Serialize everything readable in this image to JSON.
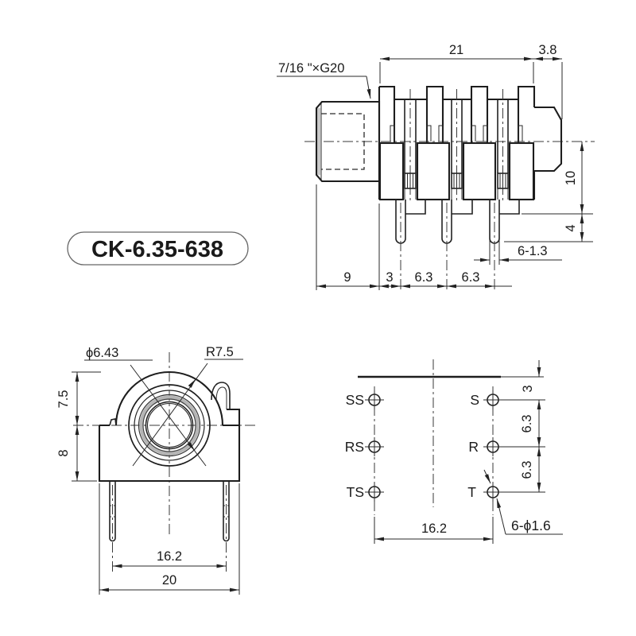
{
  "part_label": {
    "text": "CK-6.35-638"
  },
  "side_view": {
    "thread_label": "7/16 \"×G20",
    "dim_body_len": "21",
    "dim_cap_len": "3.8",
    "dim_height": "10",
    "dim_pin_drop": "4",
    "dim_pin_width": "6-1.3",
    "dim_bushing_len": "9",
    "dim_pin1_offset": "3",
    "dim_pitch1": "6.3",
    "dim_pitch2": "6.3"
  },
  "front_view": {
    "dim_hole": "ϕ6.43",
    "dim_radius": "R7.5",
    "dim_dome_height": "7.5",
    "dim_body_height": "8",
    "dim_pin_span": "16.2",
    "dim_body_width": "20"
  },
  "pin_layout": {
    "left_pins": [
      {
        "label": "SS"
      },
      {
        "label": "RS"
      },
      {
        "label": "TS"
      }
    ],
    "right_pins": [
      {
        "label": "S"
      },
      {
        "label": "R"
      },
      {
        "label": "T"
      }
    ],
    "dim_row_offset": "3",
    "dim_row_pitch1": "6.3",
    "dim_row_pitch2": "6.3",
    "dim_col_span": "16.2",
    "hole_spec": "6-ϕ1.6"
  }
}
